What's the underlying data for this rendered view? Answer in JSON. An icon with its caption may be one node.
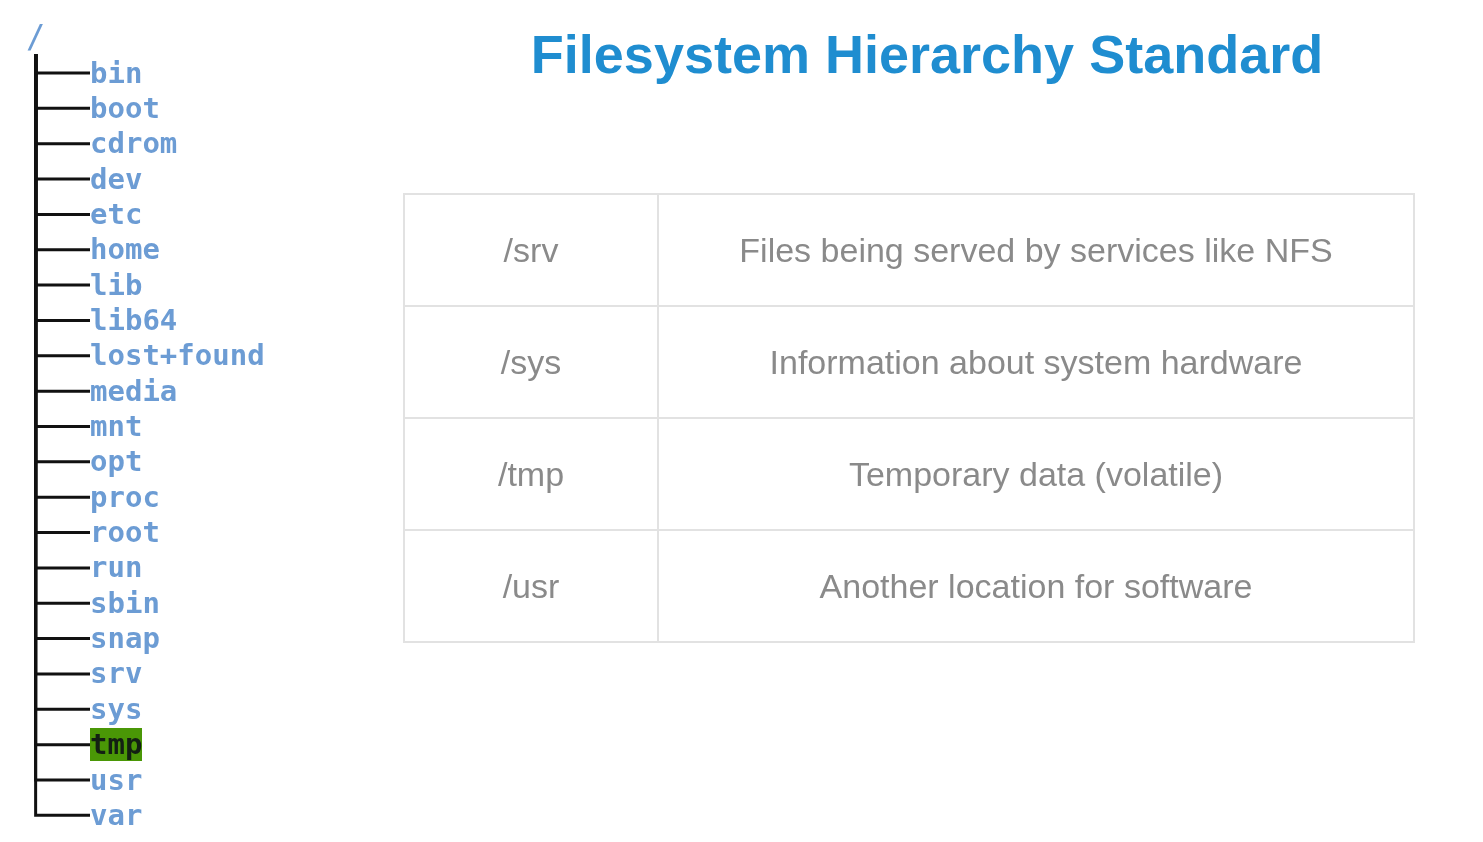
{
  "diagram": {
    "title": "Filesystem Hierarchy Standard",
    "nodes": [
      {
        "text": [
          "/"
        ]
      },
      {
        "text": [
          "bin"
        ]
      },
      {
        "text": [
          "boot"
        ]
      },
      {
        "text": [
          "cdrom"
        ]
      },
      {
        "text": [
          "dev"
        ]
      },
      {
        "text": [
          "etc"
        ]
      },
      {
        "text": [
          "home"
        ]
      },
      {
        "text": [
          "lib"
        ]
      },
      {
        "text": [
          "lib64"
        ]
      },
      {
        "text": [
          "lost+found"
        ]
      },
      {
        "text": [
          "media"
        ]
      },
      {
        "text": [
          "mnt"
        ]
      },
      {
        "text": [
          "opt"
        ]
      },
      {
        "text": [
          "proc"
        ]
      },
      {
        "text": [
          "root"
        ]
      },
      {
        "text": [
          "run"
        ]
      },
      {
        "text": [
          "sbin"
        ]
      },
      {
        "text": [
          "snap"
        ]
      },
      {
        "text": [
          "srv"
        ]
      },
      {
        "text": [
          "sys"
        ]
      },
      {
        "text": [
          "tmp"
        ]
      },
      {
        "text": [
          "usr"
        ]
      },
      {
        "text": [
          "var"
        ]
      }
    ],
    "edges": [
      {
        "from": 0,
        "to": 1,
        "arrow": "none"
      },
      {
        "from": 0,
        "to": 2,
        "arrow": "none"
      },
      {
        "from": 0,
        "to": 3,
        "arrow": "none"
      },
      {
        "from": 0,
        "to": 4,
        "arrow": "none"
      },
      {
        "from": 0,
        "to": 5,
        "arrow": "none"
      },
      {
        "from": 0,
        "to": 6,
        "arrow": "none"
      },
      {
        "from": 0,
        "to": 7,
        "arrow": "none"
      },
      {
        "from": 0,
        "to": 8,
        "arrow": "none"
      },
      {
        "from": 0,
        "to": 9,
        "arrow": "none"
      },
      {
        "from": 0,
        "to": 10,
        "arrow": "none"
      },
      {
        "from": 0,
        "to": 11,
        "arrow": "none"
      },
      {
        "from": 0,
        "to": 12,
        "arrow": "none"
      },
      {
        "from": 0,
        "to": 13,
        "arrow": "none"
      },
      {
        "from": 0,
        "to": 14,
        "arrow": "none"
      },
      {
        "from": 0,
        "to": 15,
        "arrow": "none"
      },
      {
        "from": 0,
        "to": 16,
        "arrow": "none"
      },
      {
        "from": 0,
        "to": 17,
        "arrow": "none"
      },
      {
        "from": 0,
        "to": 18,
        "arrow": "none"
      },
      {
        "from": 0,
        "to": 19,
        "arrow": "none"
      },
      {
        "from": 0,
        "to": 20,
        "arrow": "none"
      },
      {
        "from": 0,
        "to": 21,
        "arrow": "none"
      },
      {
        "from": 0,
        "to": 22,
        "arrow": "none"
      }
    ],
    "labels": [
      "/srv",
      "Files being served by services like NFS",
      "/sys",
      "Information about system hardware",
      "/tmp",
      "Temporary data (volatile)",
      "/usr",
      "Another location for software"
    ]
  }
}
